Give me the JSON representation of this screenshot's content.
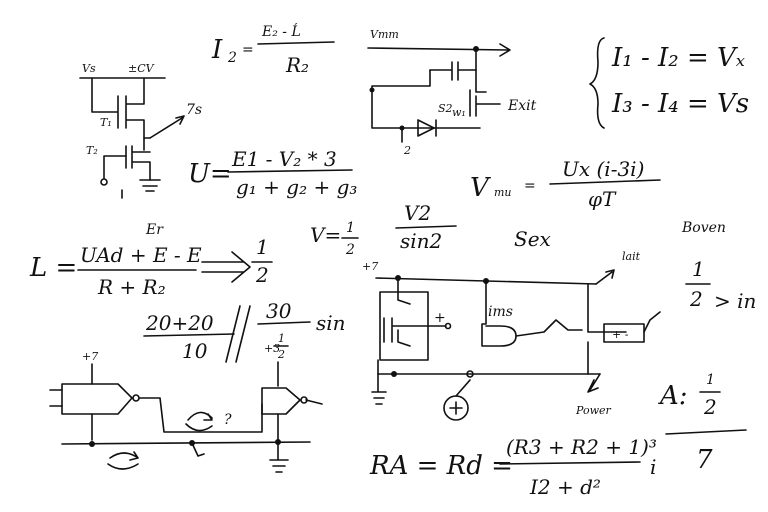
{
  "formulas": {
    "i2_num": "Ε₂ - Ĺ",
    "i2_lhs": "I",
    "i2_sub": "2",
    "i2_den": "R₂",
    "system_line1": "I₁ - I₂ = Vₓ",
    "system_line2": "I₃ - I₄ = Vs",
    "u_lhs": "U=",
    "u_num": "E1 - V₂ * 3",
    "u_den": "g₁ + g₂ + g₃",
    "vmu_lhs": "V",
    "vmu_sub": "mu",
    "vmu_num": "Ux (i-3i)",
    "vmu_den": "φT",
    "l_lhs": "L =",
    "l_num": "UAd + E - E",
    "l_den": "R + R₂",
    "l_rhs_num": "1",
    "l_rhs_den": "2",
    "half_lhs": "V=",
    "half_num": "1",
    "half_den": "2",
    "v2_num": "V2",
    "v2_den": "sin2",
    "sex": "Sex",
    "boven": "Boven",
    "boven_num": "1",
    "boven_den": "2",
    "boven_rhs": "> in",
    "frac20_num": "20+20",
    "frac20_den": "10",
    "frac30_num": "30",
    "frac30_den_num": "1",
    "frac30_den_den": "2",
    "sin": "sin",
    "a_lhs": "A:",
    "a_num": "1",
    "a_den": "2",
    "seven": "7",
    "ra_lhs": "RA = Rd =",
    "ra_num": "(R3 + R2 + 1)³",
    "ra_den": "I2 + d²",
    "ra_tail": "i"
  },
  "labels": {
    "vs": "Vs",
    "plus_cv": "±CV",
    "ts": "7s",
    "t1": "T₁",
    "t2": "T₂",
    "er": "Er",
    "vtt": "Vтт",
    "exit": "Exit",
    "s2": "S2",
    "w1": "w₁",
    "two": "2",
    "plus7_left": "+7",
    "plus7_mid": "+7",
    "plus3": "+3",
    "ims": "ims",
    "lait": "lait",
    "power": "Power",
    "q": "?",
    "plus_sign": "+",
    "box_label": "+ -"
  }
}
